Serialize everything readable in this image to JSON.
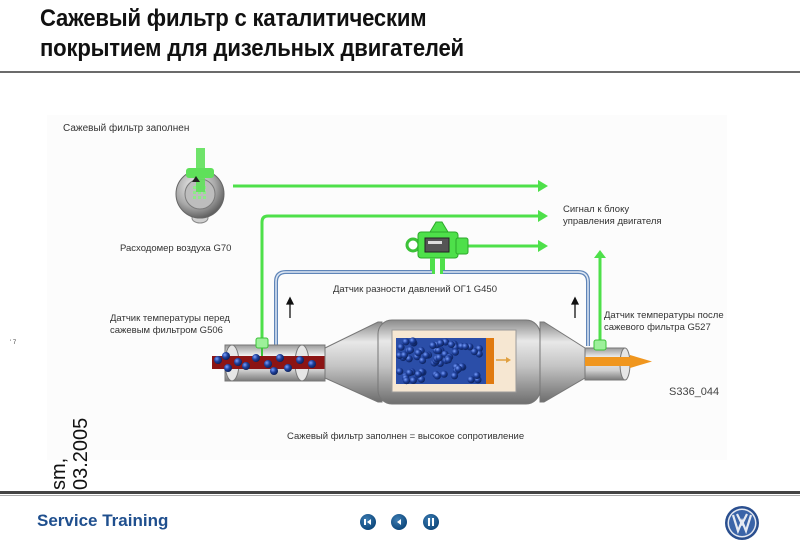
{
  "header": {
    "title_line1": "Сажевый фильтр с каталитическим",
    "title_line2": "покрытием для дизельных двигателей"
  },
  "diagram": {
    "state_label": "Сажевый фильтр заполнен",
    "signal_label_line1": "Сигнал к блоку",
    "signal_label_line2": "управления двигателя",
    "air_meter_label": "Расходомер воздуха G70",
    "diff_pressure_label": "Датчик разности давлений ОГ1 G450",
    "temp_before_line1": "Датчик температуры перед",
    "temp_before_line2": "сажевым фильтром G506",
    "temp_after_line1": "Датчик температуры после",
    "temp_after_line2": "сажевого фильтра G527",
    "figure_code": "S336_044",
    "caption": "Сажевый фильтр заполнен = высокое сопротивление",
    "colors": {
      "signal_green": "#4ee04a",
      "pressure_pipe_blue": "#5f85b8",
      "soot_blue": "#1e3f9a",
      "exhaust_orange": "#f0961e",
      "exhaust_red": "#8c1414"
    }
  },
  "side_note": {
    "mark": "' 7",
    "line1": "sm,",
    "line2": "03.2005"
  },
  "footer": {
    "brand_label": "Service Training",
    "nav_buttons": [
      {
        "name": "first-slide",
        "icon": "first-slide-icon"
      },
      {
        "name": "previous-slide",
        "icon": "previous-icon"
      },
      {
        "name": "pause",
        "icon": "pause-icon"
      }
    ],
    "logo": "vw-logo"
  }
}
